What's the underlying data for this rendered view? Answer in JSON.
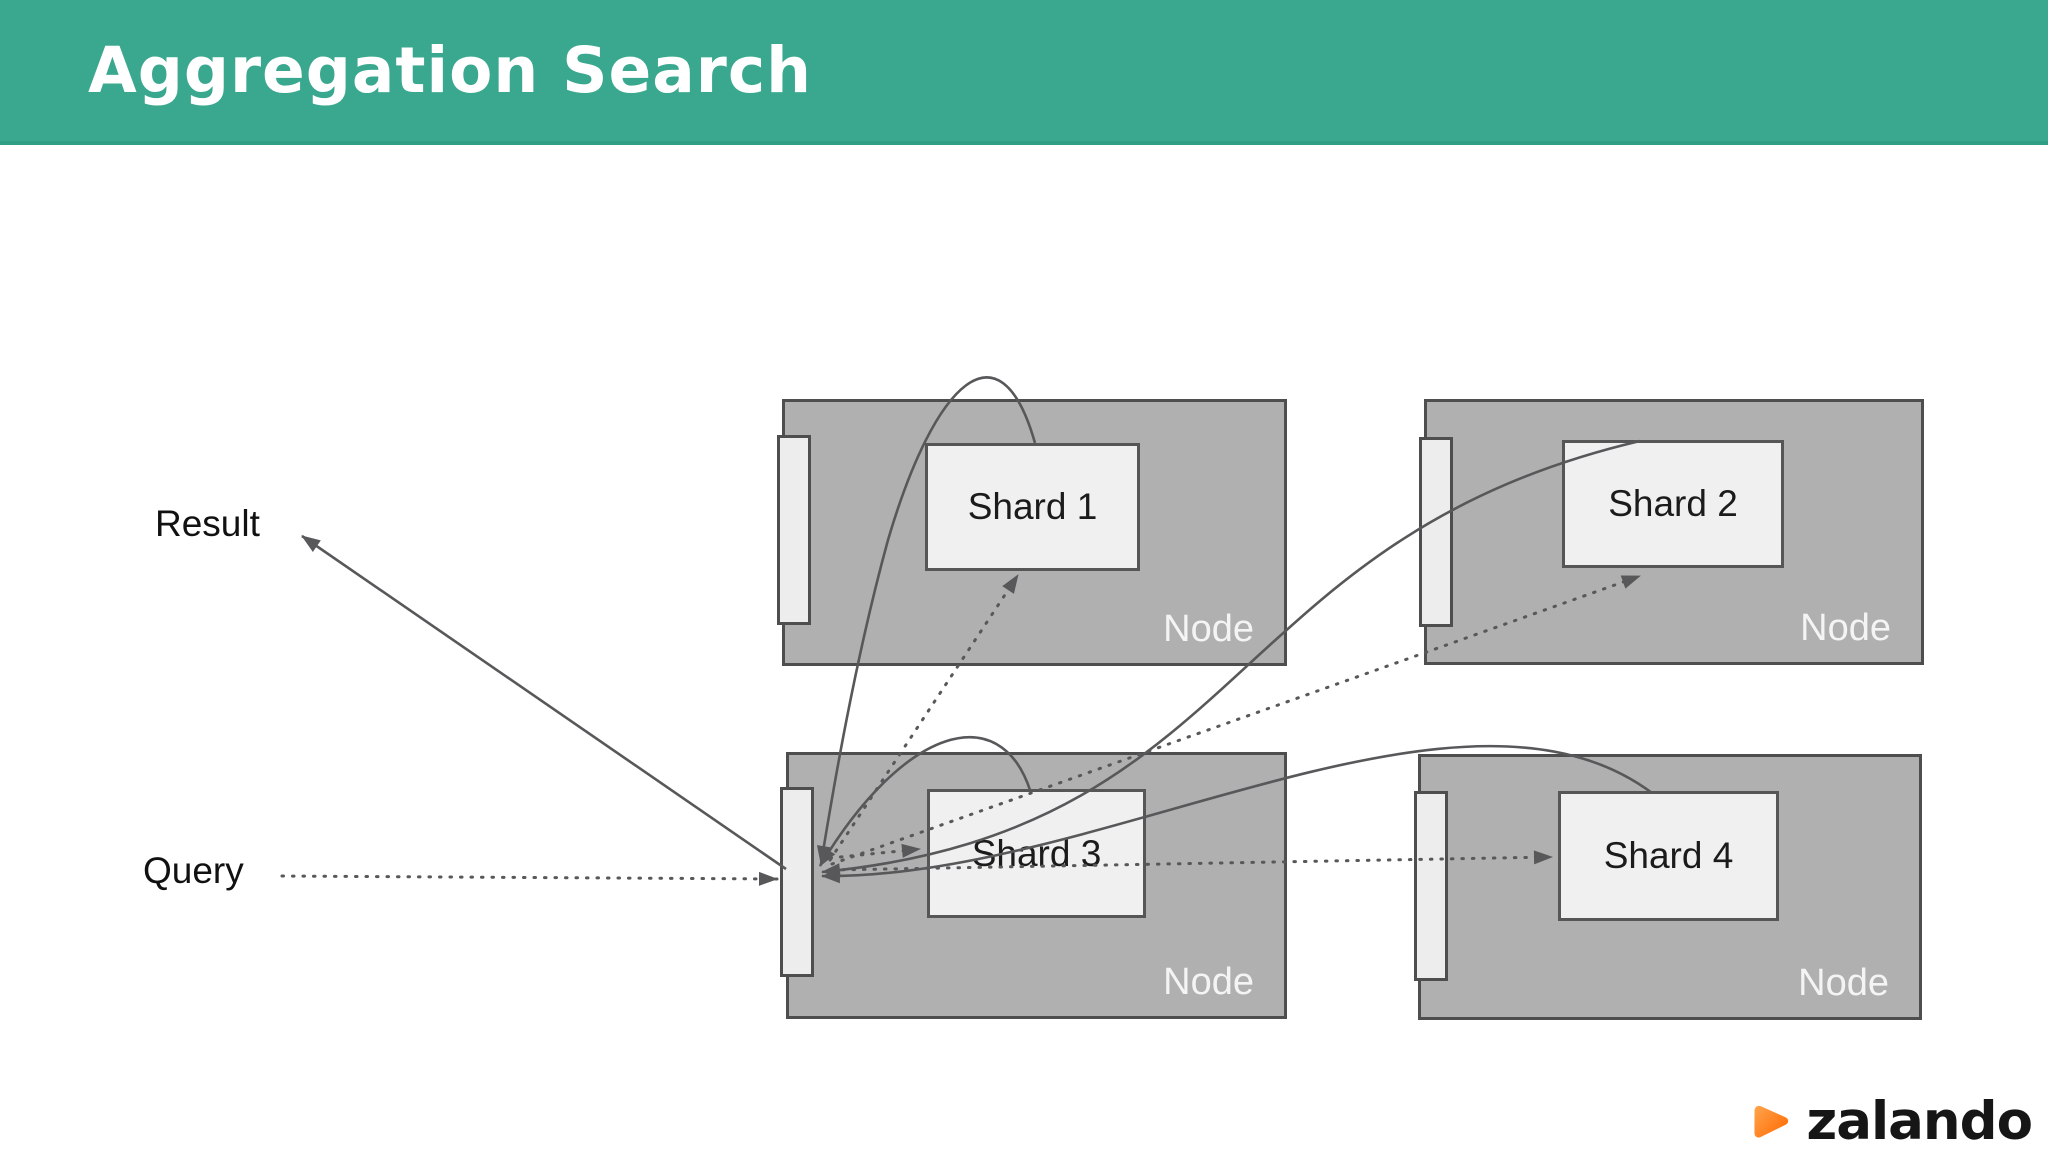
{
  "slide": {
    "title": "Aggregation Search",
    "labels": {
      "result": "Result",
      "query": "Query"
    },
    "nodes": [
      {
        "id": "node-1",
        "label": "Node",
        "shard": "Shard 1"
      },
      {
        "id": "node-2",
        "label": "Node",
        "shard": "Shard 2"
      },
      {
        "id": "node-3",
        "label": "Node",
        "shard": "Shard 3"
      },
      {
        "id": "node-4",
        "label": "Node",
        "shard": "Shard 4"
      }
    ],
    "logo": {
      "text": "zalando"
    },
    "colors": {
      "header_bg": "#3aa88f",
      "header_text": "#ffffff",
      "node_fill": "#b0b0b0",
      "node_border": "#4e4e4e",
      "shard_fill": "#f0f0f0",
      "shard_border": "#565656",
      "arrow": "#58585a",
      "node_label_text": "#f4f4f4",
      "logo_orange": "#ff6900"
    }
  }
}
